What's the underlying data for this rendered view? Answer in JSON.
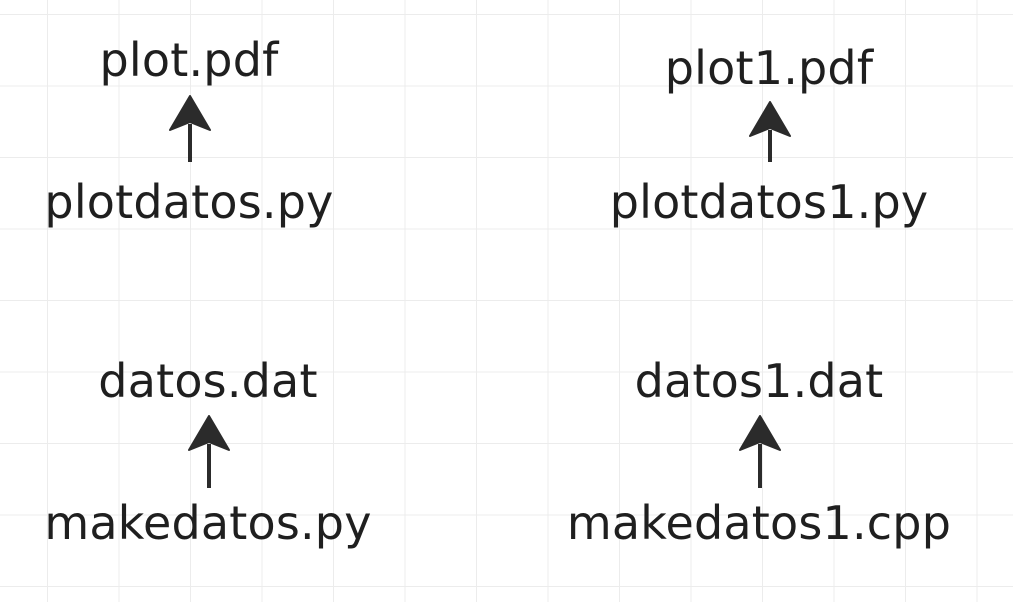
{
  "diagram": {
    "left_column": {
      "top_pair": {
        "output": "plot.pdf",
        "source": "plotdatos.py"
      },
      "bottom_pair": {
        "output": "datos.dat",
        "source": "makedatos.py"
      }
    },
    "right_column": {
      "top_pair": {
        "output": "plot1.pdf",
        "source": "plotdatos1.py"
      },
      "bottom_pair": {
        "output": "datos1.dat",
        "source": "makedatos1.cpp"
      }
    },
    "colors": {
      "text": "#1f1f1f",
      "arrow": "#2b2b2b",
      "grid": "#ececec",
      "background": "#ffffff"
    },
    "arrow_direction": "up"
  }
}
